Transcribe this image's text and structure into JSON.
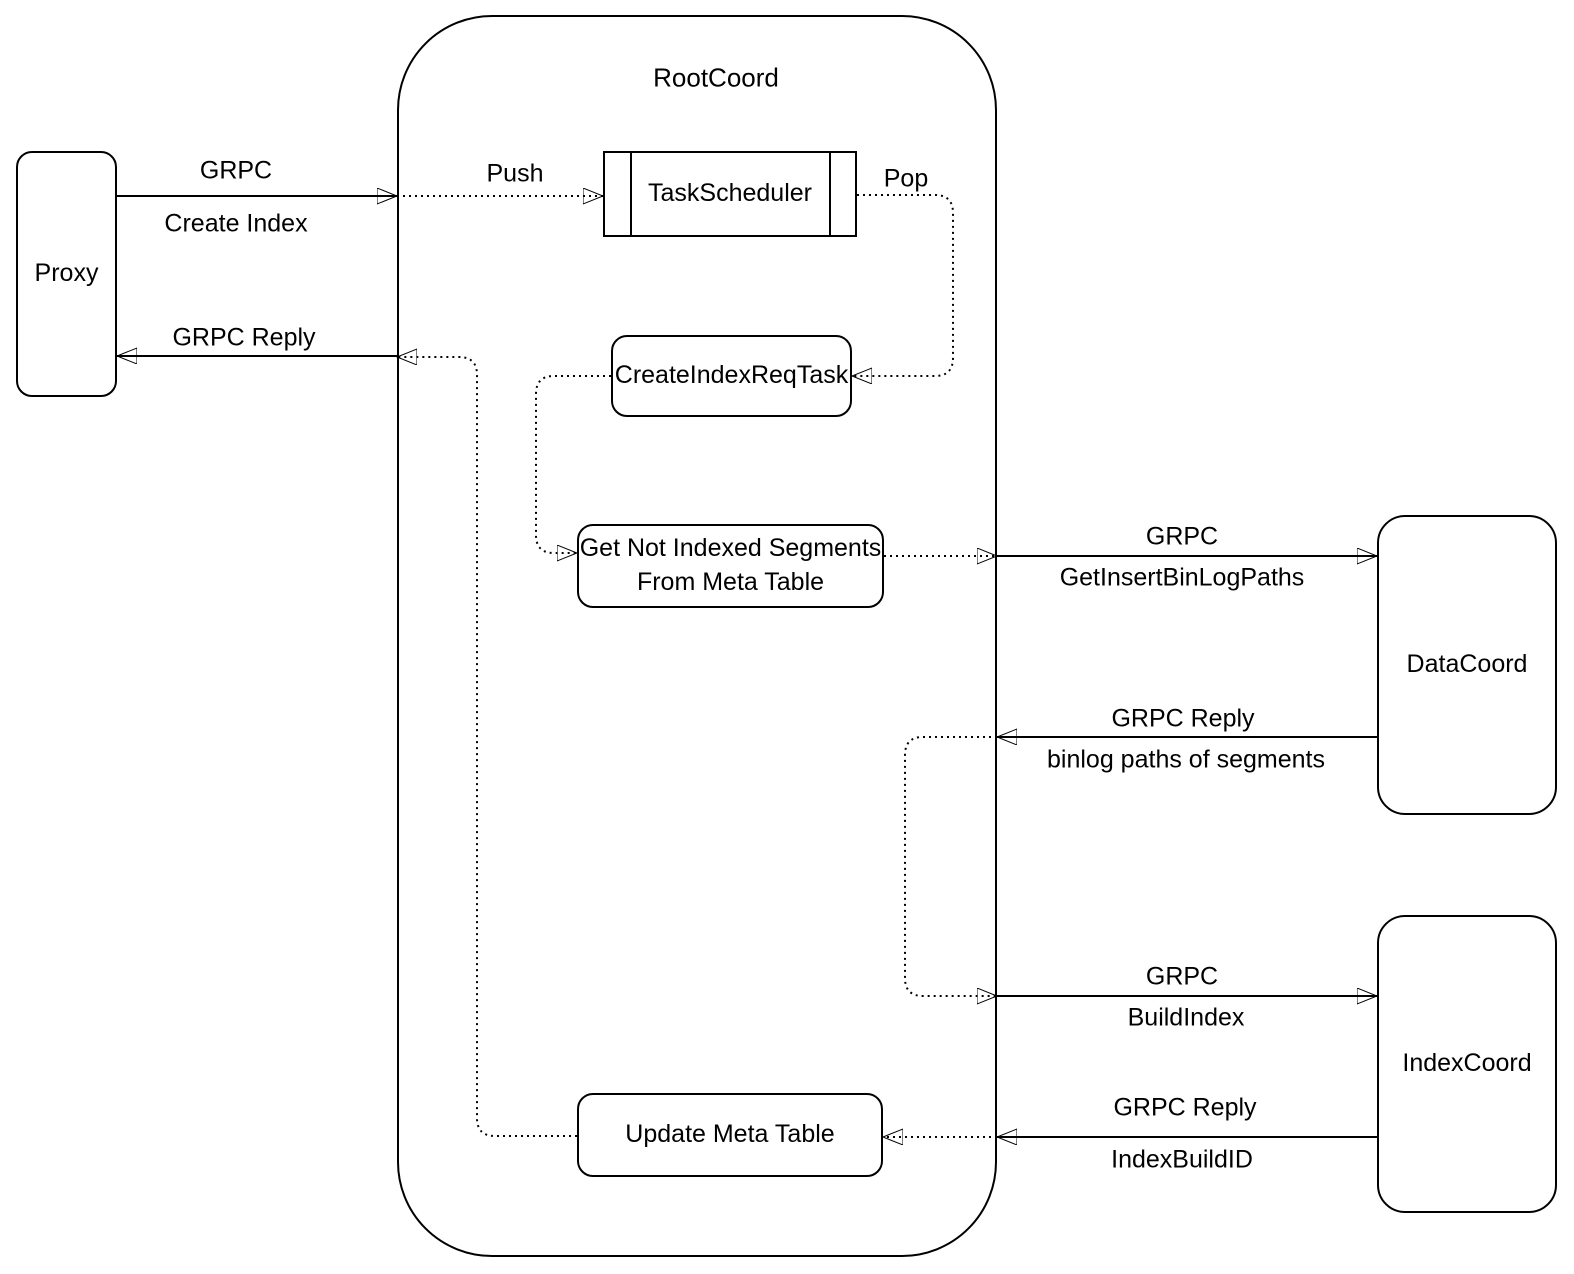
{
  "diagram": {
    "background_color": "#ffffff",
    "line_color": "#000000",
    "nodes": {
      "proxy": {
        "label": "Proxy"
      },
      "root_coord": {
        "label": "RootCoord"
      },
      "task_scheduler": {
        "label": "TaskScheduler"
      },
      "create_index_req_task": {
        "label": "CreateIndexReqTask"
      },
      "get_not_indexed_segments": {
        "line1": "Get Not Indexed Segments",
        "line2": "From Meta Table"
      },
      "update_meta_table": {
        "label": "Update Meta Table"
      },
      "data_coord": {
        "label": "DataCoord"
      },
      "index_coord": {
        "label": "IndexCoord"
      }
    },
    "edges": {
      "create_index": {
        "protocol": "GRPC",
        "message": "Create Index"
      },
      "push": {
        "label": "Push"
      },
      "pop": {
        "label": "Pop"
      },
      "get_insert_bin_log_paths": {
        "protocol": "GRPC",
        "message": "GetInsertBinLogPaths"
      },
      "binlog_paths_reply": {
        "protocol": "GRPC Reply",
        "message": "binlog paths of segments"
      },
      "build_index": {
        "protocol": "GRPC",
        "message": "BuildIndex"
      },
      "index_build_id_reply": {
        "protocol": "GRPC Reply",
        "message": "IndexBuildID"
      },
      "grpc_reply_to_proxy": {
        "label": "GRPC Reply"
      }
    }
  }
}
